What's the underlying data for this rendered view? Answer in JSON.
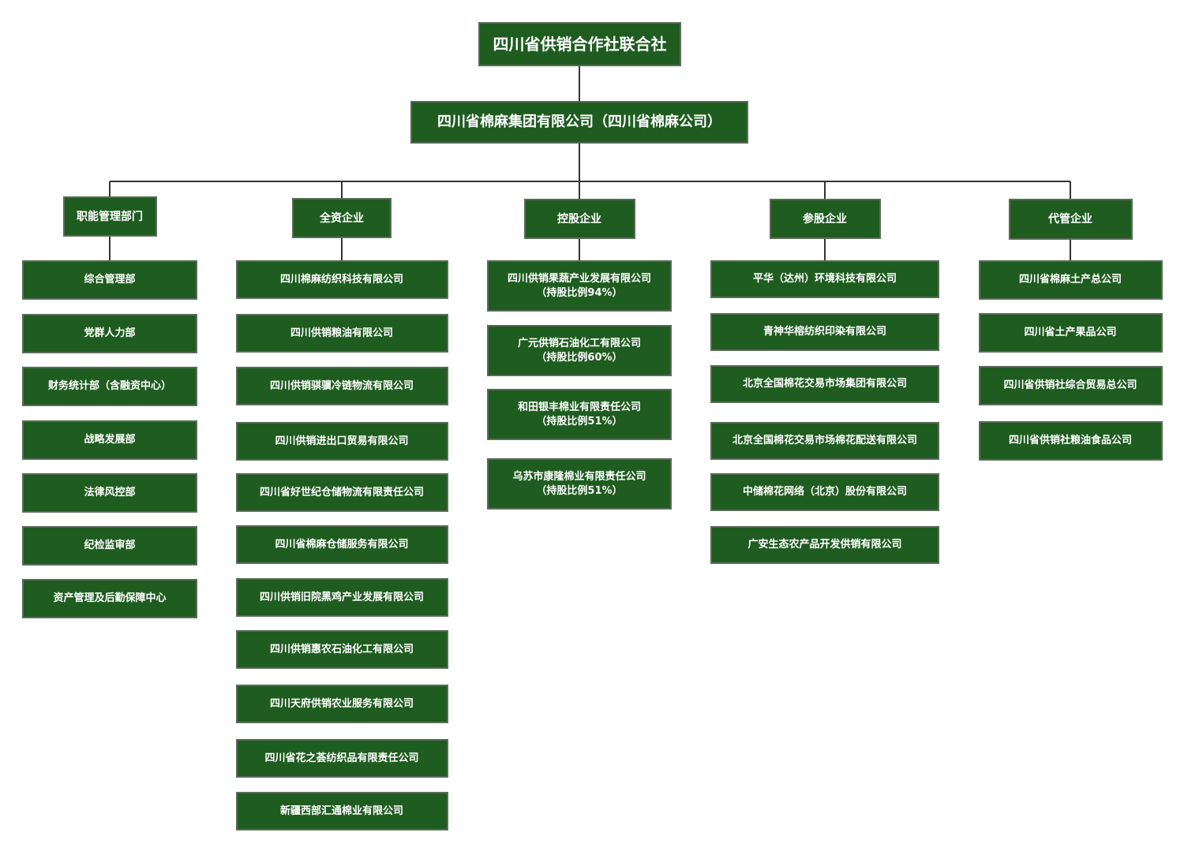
{
  "root": "四川省供销合作社联合社",
  "group": "四川省棉麻集团有限公司（四川省棉麻公司）",
  "columns": [
    {
      "title": "职能管理部门",
      "items": [
        "综合管理部",
        "党群人力部",
        "财务统计部（含融资中心）",
        "战略发展部",
        "法律风控部",
        "纪检监审部",
        "资产管理及后勤保障中心"
      ]
    },
    {
      "title": "全资企业",
      "items": [
        "四川棉麻纺织科技有限公司",
        "四川供销粮油有限公司",
        "四川供销骐骥冷链物流有限公司",
        "四川供销进出口贸易有限公司",
        "四川省好世纪仓储物流有限责任公司",
        "四川省棉麻仓储服务有限公司",
        "四川供销旧院黑鸡产业发展有限公司",
        "四川供销惠农石油化工有限公司",
        "四川天府供销农业服务有限公司",
        "四川省花之荟纺织品有限责任公司",
        "新疆西部汇通棉业有限公司"
      ]
    },
    {
      "title": "控股企业",
      "items": [
        "四川供销果蔬产业发展有限公司\n（持股比例94%）",
        "广元供销石油化工有限公司\n（持股比例60%）",
        "和田银丰棉业有限责任公司\n（持股比例51%）",
        "乌苏市康隆棉业有限责任公司\n（持股比例51%）"
      ]
    },
    {
      "title": "参股企业",
      "items": [
        "平华（达州）环境科技有限公司",
        "青神华榕纺织印染有限公司",
        "北京全国棉花交易市场集团有限公司",
        "北京全国棉花交易市场棉花配送有限公司",
        "中储棉花网络（北京）股份有限公司",
        "广安生态农产品开发供销有限公司"
      ]
    },
    {
      "title": "代管企业",
      "items": [
        "四川省棉麻土产总公司",
        "四川省土产果品公司",
        "四川省供销社综合贸易总公司",
        "四川省供销社粮油食品公司"
      ]
    }
  ]
}
